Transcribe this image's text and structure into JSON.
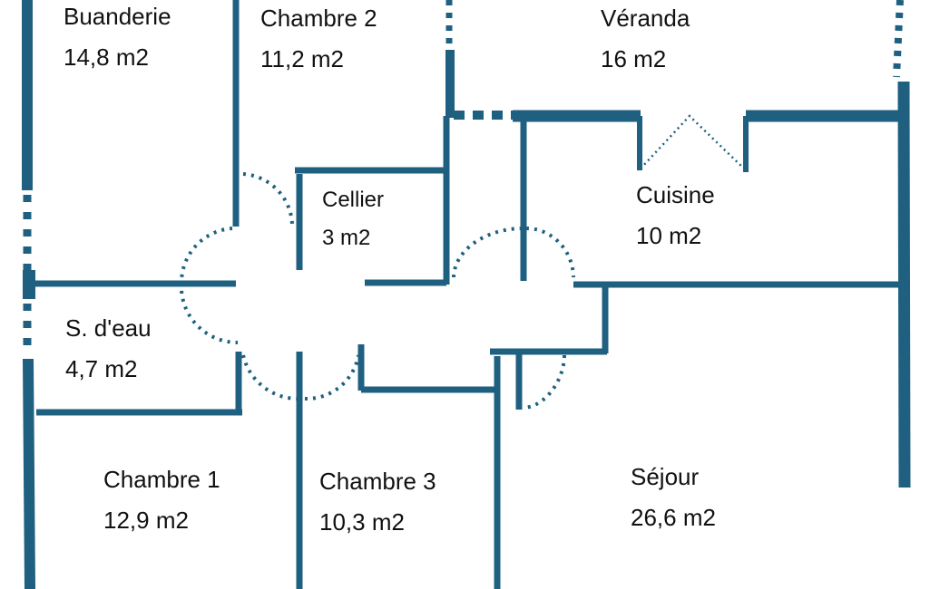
{
  "wall_color": "#1f6080",
  "rooms": {
    "buanderie": {
      "name": "Buanderie",
      "area": "14,8 m2"
    },
    "chambre2": {
      "name": "Chambre 2",
      "area": "11,2 m2"
    },
    "veranda": {
      "name": "Véranda",
      "area": "16 m2"
    },
    "cellier": {
      "name": "Cellier",
      "area": "3 m2"
    },
    "cuisine": {
      "name": "Cuisine",
      "area": "10 m2"
    },
    "sdeau": {
      "name": "S. d'eau",
      "area": "4,7 m2"
    },
    "chambre1": {
      "name": "Chambre 1",
      "area": "12,9 m2"
    },
    "chambre3": {
      "name": "Chambre 3",
      "area": "10,3 m2"
    },
    "sejour": {
      "name": "Séjour",
      "area": "26,6 m2"
    }
  }
}
